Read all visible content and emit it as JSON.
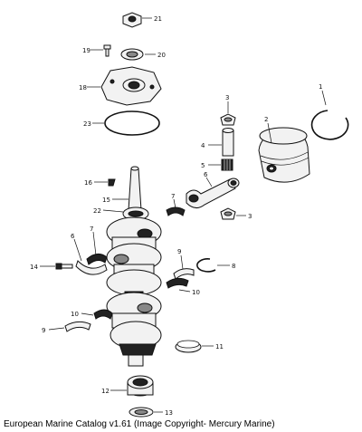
{
  "caption": "European Marine Catalog v1.61 (Image Copyright- Mercury Marine)",
  "callouts": {
    "c1": "1",
    "c2": "2",
    "c3a": "3",
    "c3b": "3",
    "c4": "4",
    "c5": "5",
    "c6a": "6",
    "c6b": "6",
    "c7a": "7",
    "c7b": "7",
    "c8": "8",
    "c9a": "9",
    "c9b": "9",
    "c10a": "10",
    "c10b": "10",
    "c11": "11",
    "c12": "12",
    "c13": "13",
    "c14": "14",
    "c15": "15",
    "c16": "16",
    "c18": "18",
    "c19": "19",
    "c20": "20",
    "c21": "21",
    "c22": "22",
    "c23": "23"
  }
}
